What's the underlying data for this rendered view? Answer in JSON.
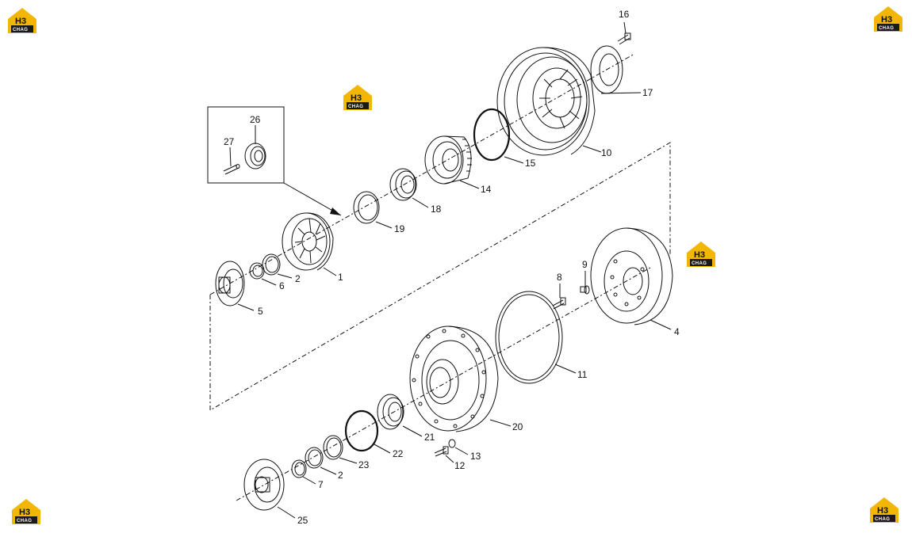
{
  "logo": {
    "mark": "H3",
    "wordmark": "CHAG",
    "color_yellow": "#f2b705",
    "color_dark": "#1a1a1a"
  },
  "callouts": {
    "n1": "1",
    "n2a": "2",
    "n2b": "2",
    "n4": "4",
    "n5": "5",
    "n6": "6",
    "n7": "7",
    "n8": "8",
    "n9": "9",
    "n10": "10",
    "n11": "11",
    "n12": "12",
    "n13": "13",
    "n14": "14",
    "n15": "15",
    "n16": "16",
    "n17": "17",
    "n18": "18",
    "n19": "19",
    "n20": "20",
    "n21": "21",
    "n22": "22",
    "n23": "23",
    "n25": "25",
    "n26": "26",
    "n27": "27"
  }
}
